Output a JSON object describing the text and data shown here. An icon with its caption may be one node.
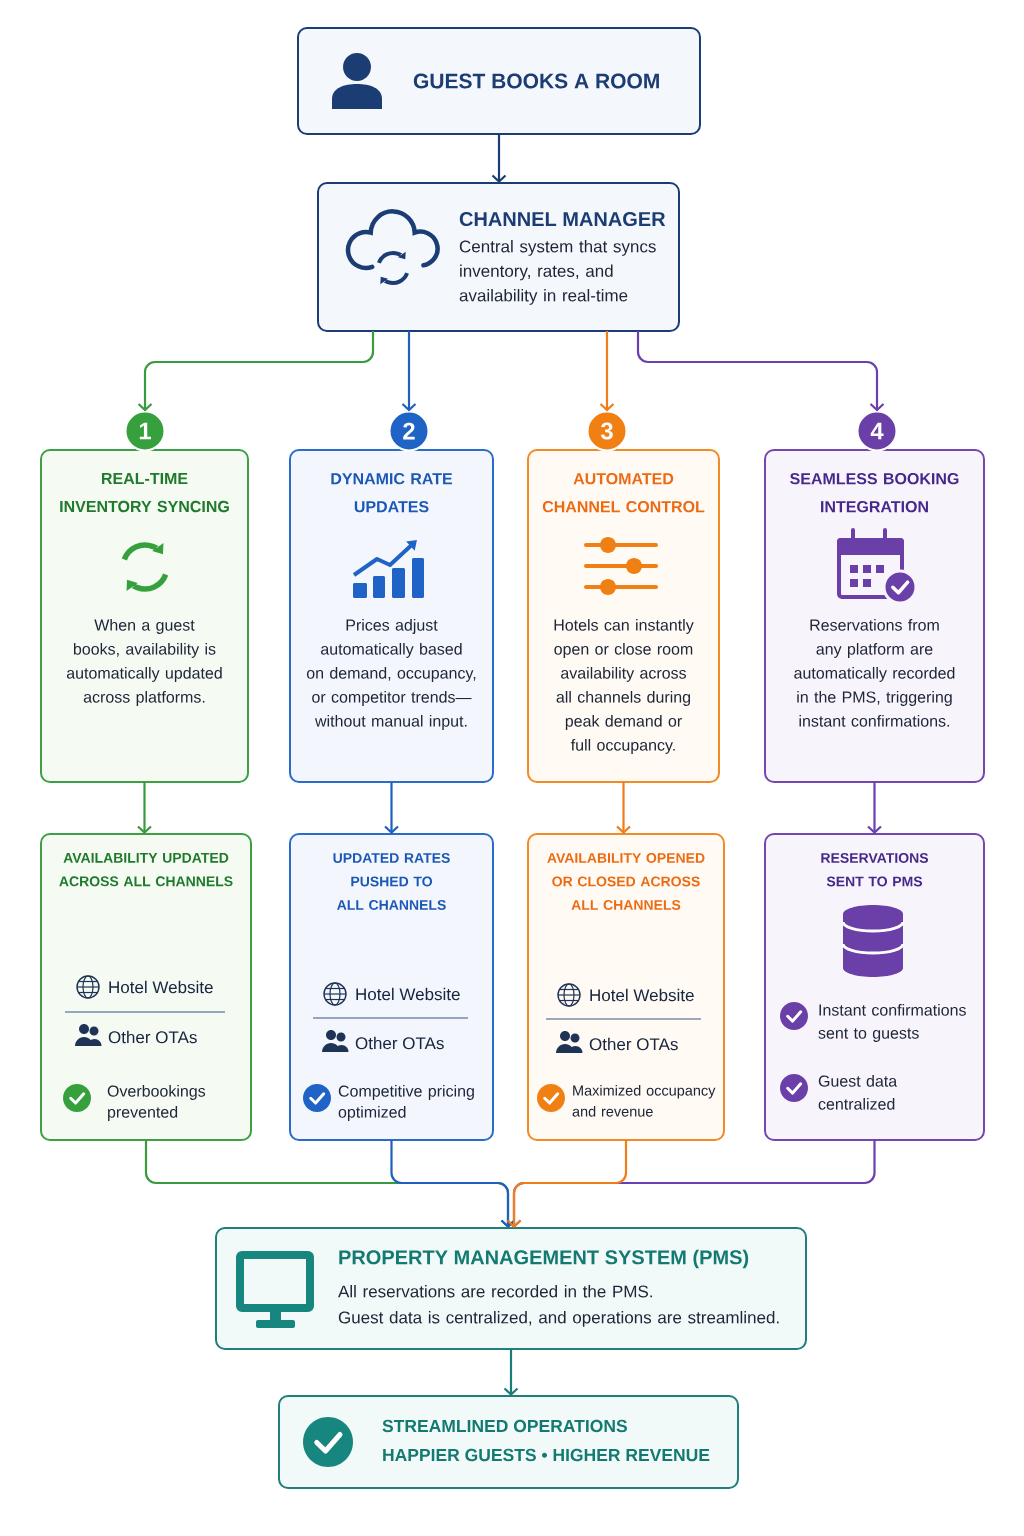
{
  "diagram": {
    "nodes": [
      {
        "text": [
          "GUEST BOOKS A ROOM"
        ]
      },
      {
        "text": [
          "CHANNEL MANAGER",
          "Central system that syncs inventory, rates, and availability in real-time"
        ]
      },
      {
        "text": [
          "1"
        ]
      },
      {
        "text": [
          "2"
        ]
      },
      {
        "text": [
          "3"
        ]
      },
      {
        "text": [
          "4"
        ]
      },
      {
        "text": [
          "REAL-TIME INVENTORY SYNCING",
          "When a guest books, availability is automatically updated across platforms."
        ]
      },
      {
        "text": [
          "DYNAMIC RATE UPDATES",
          "Prices adjust automatically based on demand, occupancy, or competitor trends—without manual input."
        ]
      },
      {
        "text": [
          "AUTOMATED CHANNEL CONTROL",
          "Hotels can instantly open or close room availability across all channels during peak demand or full occupancy."
        ]
      },
      {
        "text": [
          "SEAMLESS BOOKING INTEGRATION",
          "Reservations from any platform are automatically recorded in the PMS, triggering instant confirmations."
        ]
      },
      {
        "text": [
          "AVAILABILITY UPDATED ACROSS ALL CHANNELS",
          "Hotel Website",
          "Other OTAs",
          "Overbookings prevented"
        ]
      },
      {
        "text": [
          "UPDATED RATES PUSHED TO ALL CHANNELS",
          "Hotel Website",
          "Other OTAs",
          "Competitive pricing optimized"
        ]
      },
      {
        "text": [
          "AVAILABILITY OPENED OR CLOSED ACROSS ALL CHANNELS",
          "Hotel Website",
          "Other OTAs",
          "Maximized occupancy and revenue"
        ]
      },
      {
        "text": [
          "RESERVATIONS SENT TO PMS",
          "Instant confirmations sent to guests",
          "Guest data centralized"
        ]
      },
      {
        "text": [
          "PROPERTY MANAGEMENT SYSTEM (PMS)",
          "All reservations are recorded in the PMS.",
          "Guest data is centralized, and operations are streamlined."
        ]
      },
      {
        "text": [
          "STREAMLINED OPERATIONS",
          "HAPPIER GUESTS • HIGHER REVENUE"
        ]
      }
    ],
    "edges": [
      {
        "from": 0,
        "to": 1,
        "arrow": "to",
        "color": "#1c3d73"
      },
      {
        "from": 1,
        "to": 2,
        "arrow": "to",
        "color": "#3a9a3e"
      },
      {
        "from": 1,
        "to": 3,
        "arrow": "to",
        "color": "#1f5fc0"
      },
      {
        "from": 1,
        "to": 4,
        "arrow": "to",
        "color": "#f07c1a"
      },
      {
        "from": 1,
        "to": 5,
        "arrow": "to",
        "color": "#6a3fb0"
      },
      {
        "from": 6,
        "to": 10,
        "arrow": "to",
        "color": "#3a9a3e"
      },
      {
        "from": 7,
        "to": 11,
        "arrow": "to",
        "color": "#1f5fc0"
      },
      {
        "from": 8,
        "to": 12,
        "arrow": "to",
        "color": "#f07c1a"
      },
      {
        "from": 9,
        "to": 13,
        "arrow": "to",
        "color": "#6a3fb0"
      },
      {
        "from": 10,
        "to": 14,
        "arrow": "to",
        "color": "#3a9a3e"
      },
      {
        "from": 11,
        "to": 14,
        "arrow": "to",
        "color": "#1f5fc0"
      },
      {
        "from": 12,
        "to": 14,
        "arrow": "to",
        "color": "#f07c1a"
      },
      {
        "from": 13,
        "to": 14,
        "arrow": "to",
        "color": "#6a3fb0"
      },
      {
        "from": 14,
        "to": 15,
        "arrow": "to",
        "color": "#1b7c78"
      }
    ]
  }
}
